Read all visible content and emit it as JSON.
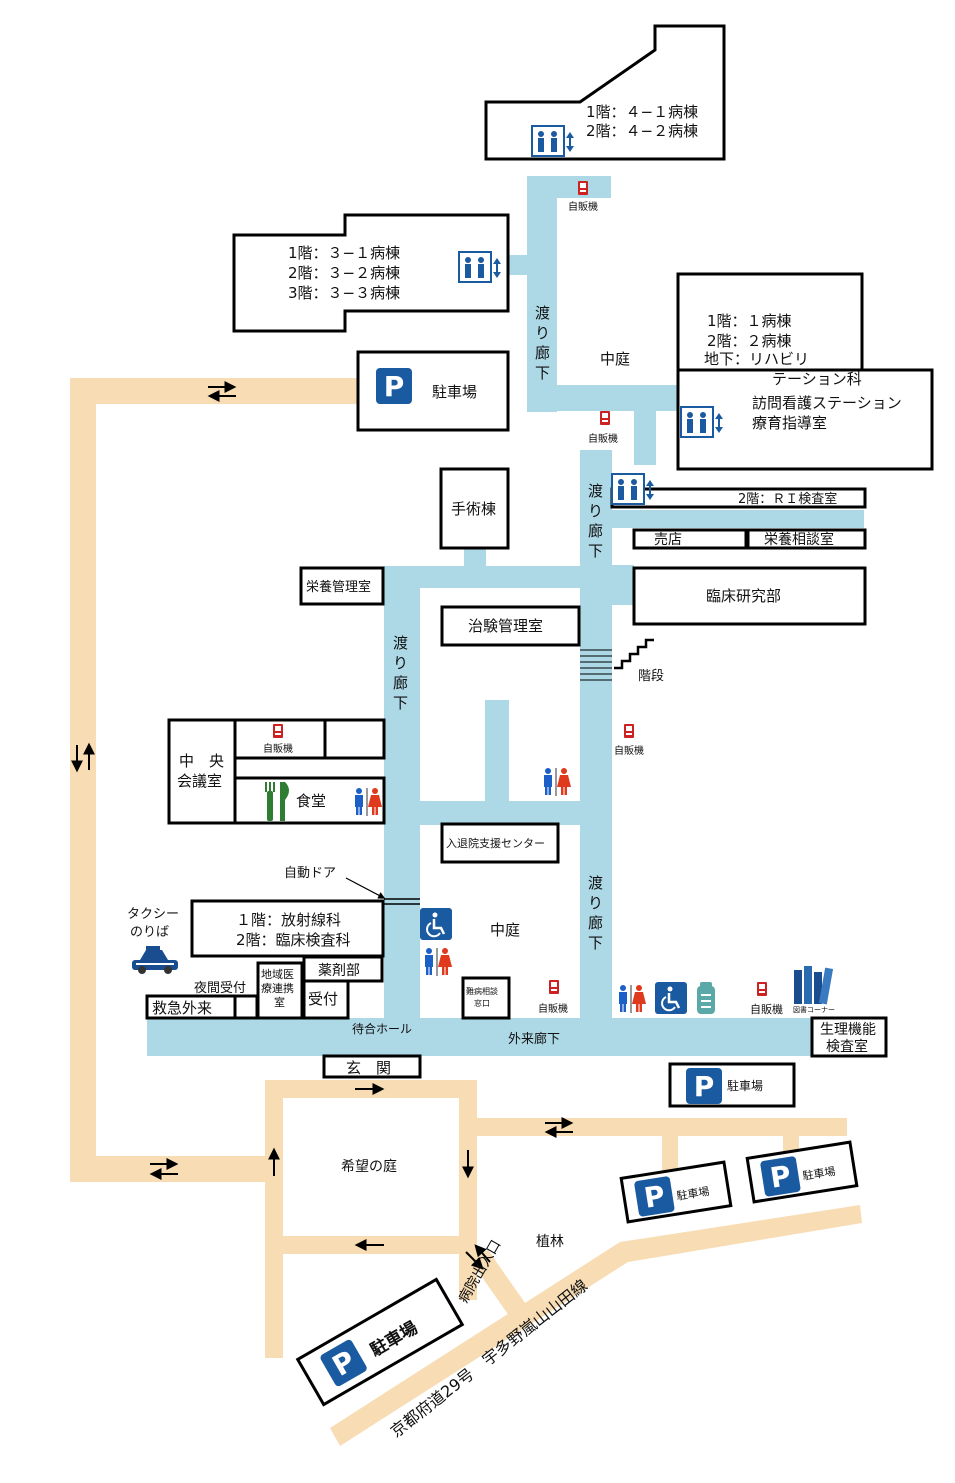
{
  "colors": {
    "corridor": "#add8e6",
    "road": "#f7dcb4",
    "wall": "#000000",
    "sign_blue": "#1a5aa0",
    "male": "#1b5fc7",
    "female": "#e03a1e",
    "vending": "#cc2222"
  },
  "buildings": {
    "ward4_f1": "1階：４−１病棟",
    "ward4_f2": "2階：４−２病棟",
    "ward3_f1": "1階：３−１病棟",
    "ward3_f2": "2階：３−２病棟",
    "ward3_f3": "3階：３−３病棟",
    "ward1_f1": "1階：１病棟",
    "ward1_f2": "2階：２病棟",
    "ward1_b1": "地下：リハビリ",
    "ward1_b1b": "テーション科",
    "home_nursing": "訪問看護ステーション",
    "rehab_guidance": "療育指導室",
    "surgery": "手術棟",
    "ri_room": "2階：ＲＩ検査室",
    "shop": "売店",
    "nutrition_consult": "栄養相談室",
    "nutrition_mgmt": "栄養管理室",
    "clinical_research": "臨床研究部",
    "trial_mgmt": "治験管理室",
    "conference_1": "中　央",
    "conference_2": "会議室",
    "cafeteria": "食堂",
    "admission_center": "入退院支援センター",
    "radiology_1": "１階：放射線科",
    "radiology_2": "2階：臨床検査科",
    "regional_1": "地域医",
    "regional_2": "療連携",
    "regional_3": "室",
    "pharmacy": "薬剤部",
    "reception": "受付",
    "night_reception": "夜間受付",
    "emergency": "救急外来",
    "intractable_1": "難病相談",
    "intractable_2": "窓口",
    "physio_1": "生理機能",
    "physio_2": "検査室",
    "entrance": "玄　関"
  },
  "labels": {
    "vending": "自販機",
    "courtyard": "中庭",
    "corridor_1": "渡",
    "corridor_2": "り",
    "corridor_3": "廊",
    "corridor_4": "下",
    "stairs": "階段",
    "auto_door": "自動ドア",
    "taxi_1": "タクシー",
    "taxi_2": "のりば",
    "waiting_hall": "待合ホール",
    "outpatient_corridor": "外来廊下",
    "library": "図書コーナー",
    "garden": "希望の庭",
    "plantation": "植林",
    "hospital_entrance": "病院出入口",
    "road_name": "京都府道29号　宇多野嵐山山田線",
    "parking": "駐車場",
    "parking_sign": "P"
  }
}
